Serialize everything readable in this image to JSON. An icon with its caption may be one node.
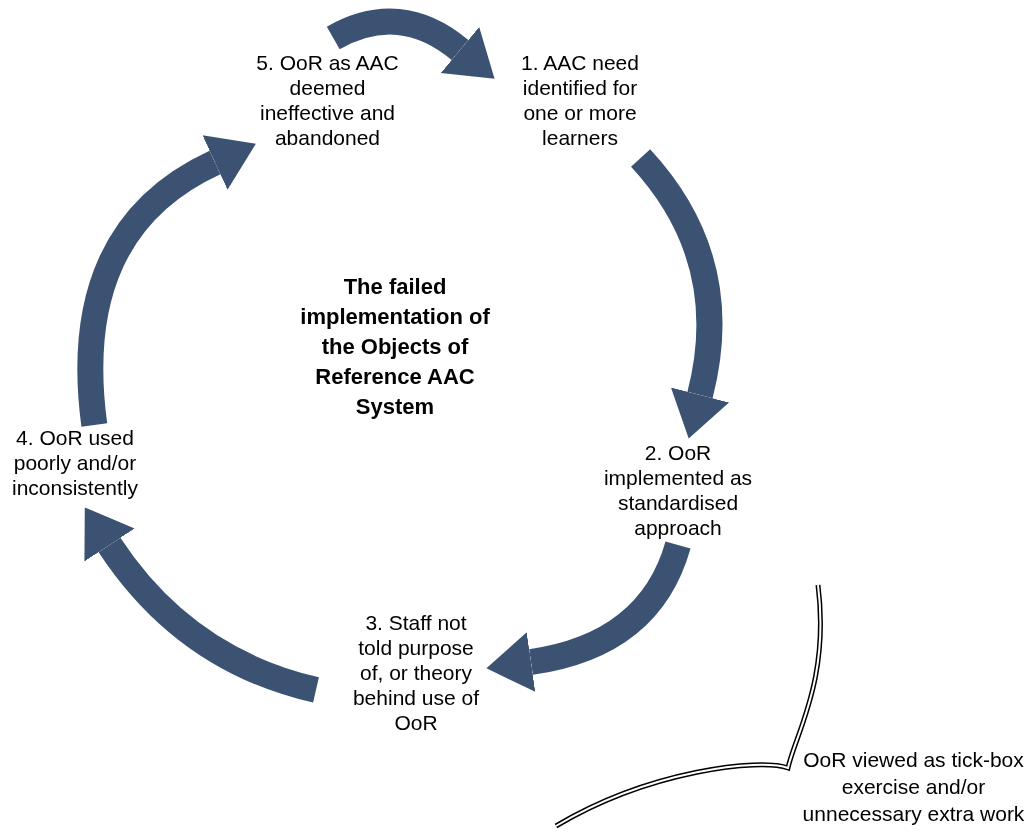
{
  "diagram": {
    "title": "The failed implementation of the Objects of Reference AAC System",
    "nodes": [
      {
        "text": [
          "5. OoR as AAC deemed ineffective and abandoned"
        ]
      },
      {
        "text": [
          "1. AAC need identified for one or more learners"
        ]
      },
      {
        "text": [
          "2. OoR implemented as standardised approach"
        ]
      },
      {
        "text": [
          "3. Staff not told purpose of, or theory behind use of OoR"
        ]
      },
      {
        "text": [
          "4. OoR used poorly and/or inconsistently"
        ]
      }
    ],
    "edges": [
      {
        "from": 0,
        "to": 1,
        "arrow": "to"
      },
      {
        "from": 1,
        "to": 2,
        "arrow": "to"
      },
      {
        "from": 2,
        "to": 3,
        "arrow": "to"
      },
      {
        "from": 3,
        "to": 4,
        "arrow": "to"
      },
      {
        "from": 4,
        "to": 0,
        "arrow": "to"
      }
    ],
    "labels": [
      "OoR viewed as tick-box exercise and/or unnecessary extra work"
    ]
  }
}
